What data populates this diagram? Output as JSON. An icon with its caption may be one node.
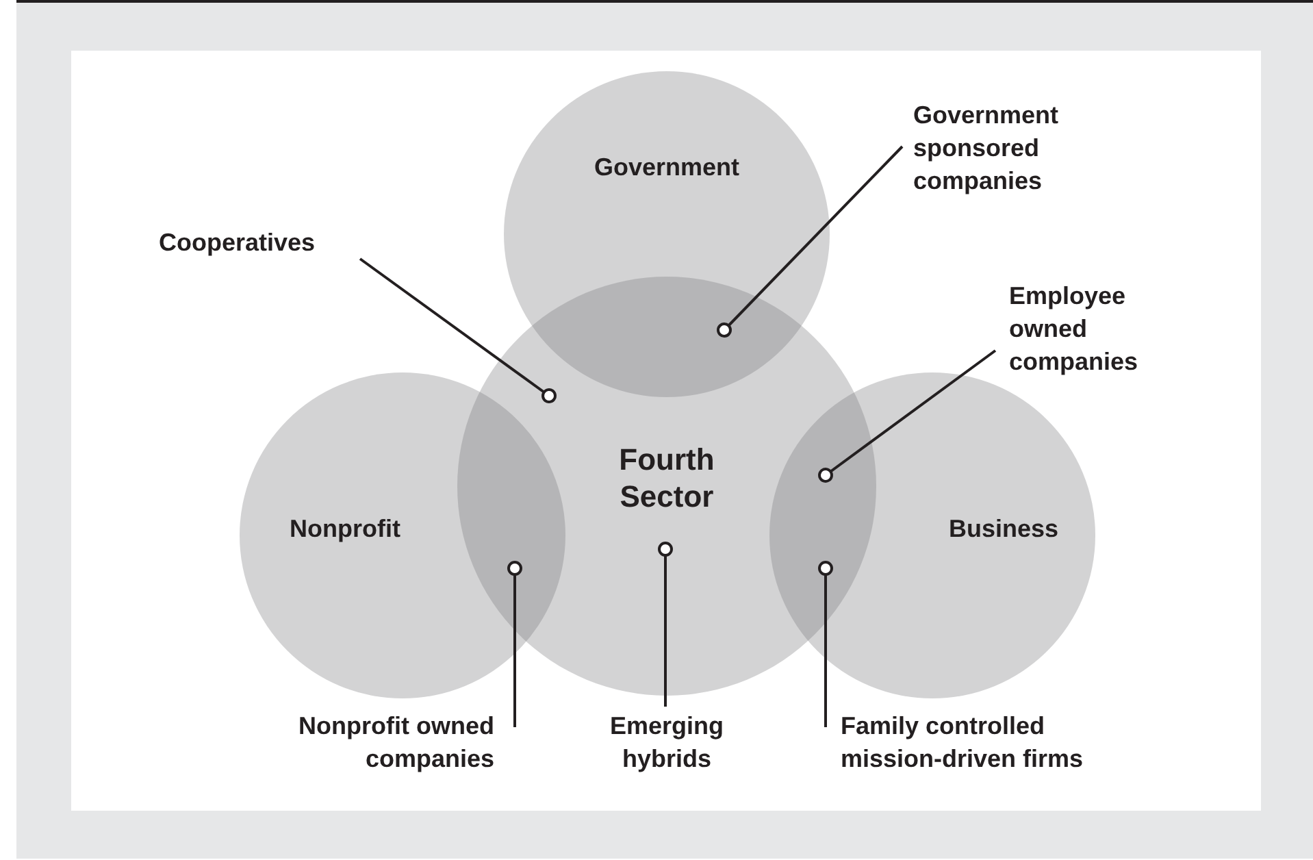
{
  "diagram": {
    "nodes": [
      {
        "text": [
          "Government"
        ]
      },
      {
        "text": [
          "Nonprofit"
        ]
      },
      {
        "text": [
          "Business"
        ]
      },
      {
        "text": [
          "Fourth Sector"
        ]
      },
      {
        "text": [
          "Cooperatives"
        ]
      },
      {
        "text": [
          "Government sponsored companies"
        ]
      },
      {
        "text": [
          "Employee owned companies"
        ]
      },
      {
        "text": [
          "Nonprofit owned companies"
        ]
      },
      {
        "text": [
          "Emerging hybrids"
        ]
      },
      {
        "text": [
          "Family controlled mission-driven firms"
        ]
      }
    ],
    "edges": [
      {
        "from": 4,
        "to": 3,
        "arrow": "other"
      },
      {
        "from": 5,
        "to": 0,
        "arrow": "other"
      },
      {
        "from": 6,
        "to": 2,
        "arrow": "other"
      },
      {
        "from": 7,
        "to": 1,
        "arrow": "other"
      },
      {
        "from": 8,
        "to": 3,
        "arrow": "other"
      },
      {
        "from": 9,
        "to": 2,
        "arrow": "other"
      }
    ]
  }
}
